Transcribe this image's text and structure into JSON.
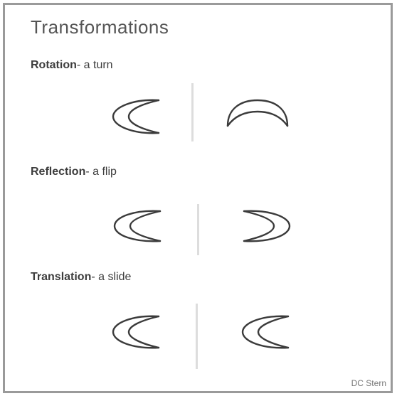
{
  "title": "Transformations",
  "sections": [
    {
      "term": "Rotation",
      "definition": "- a turn"
    },
    {
      "term": "Reflection",
      "definition": "- a flip"
    },
    {
      "term": "Translation",
      "definition": "- a slide"
    }
  ],
  "credit": "DC Stern",
  "colors": {
    "frame": "#9a9a9a",
    "stroke": "#3b3b3b",
    "divider": "#dddddd"
  }
}
